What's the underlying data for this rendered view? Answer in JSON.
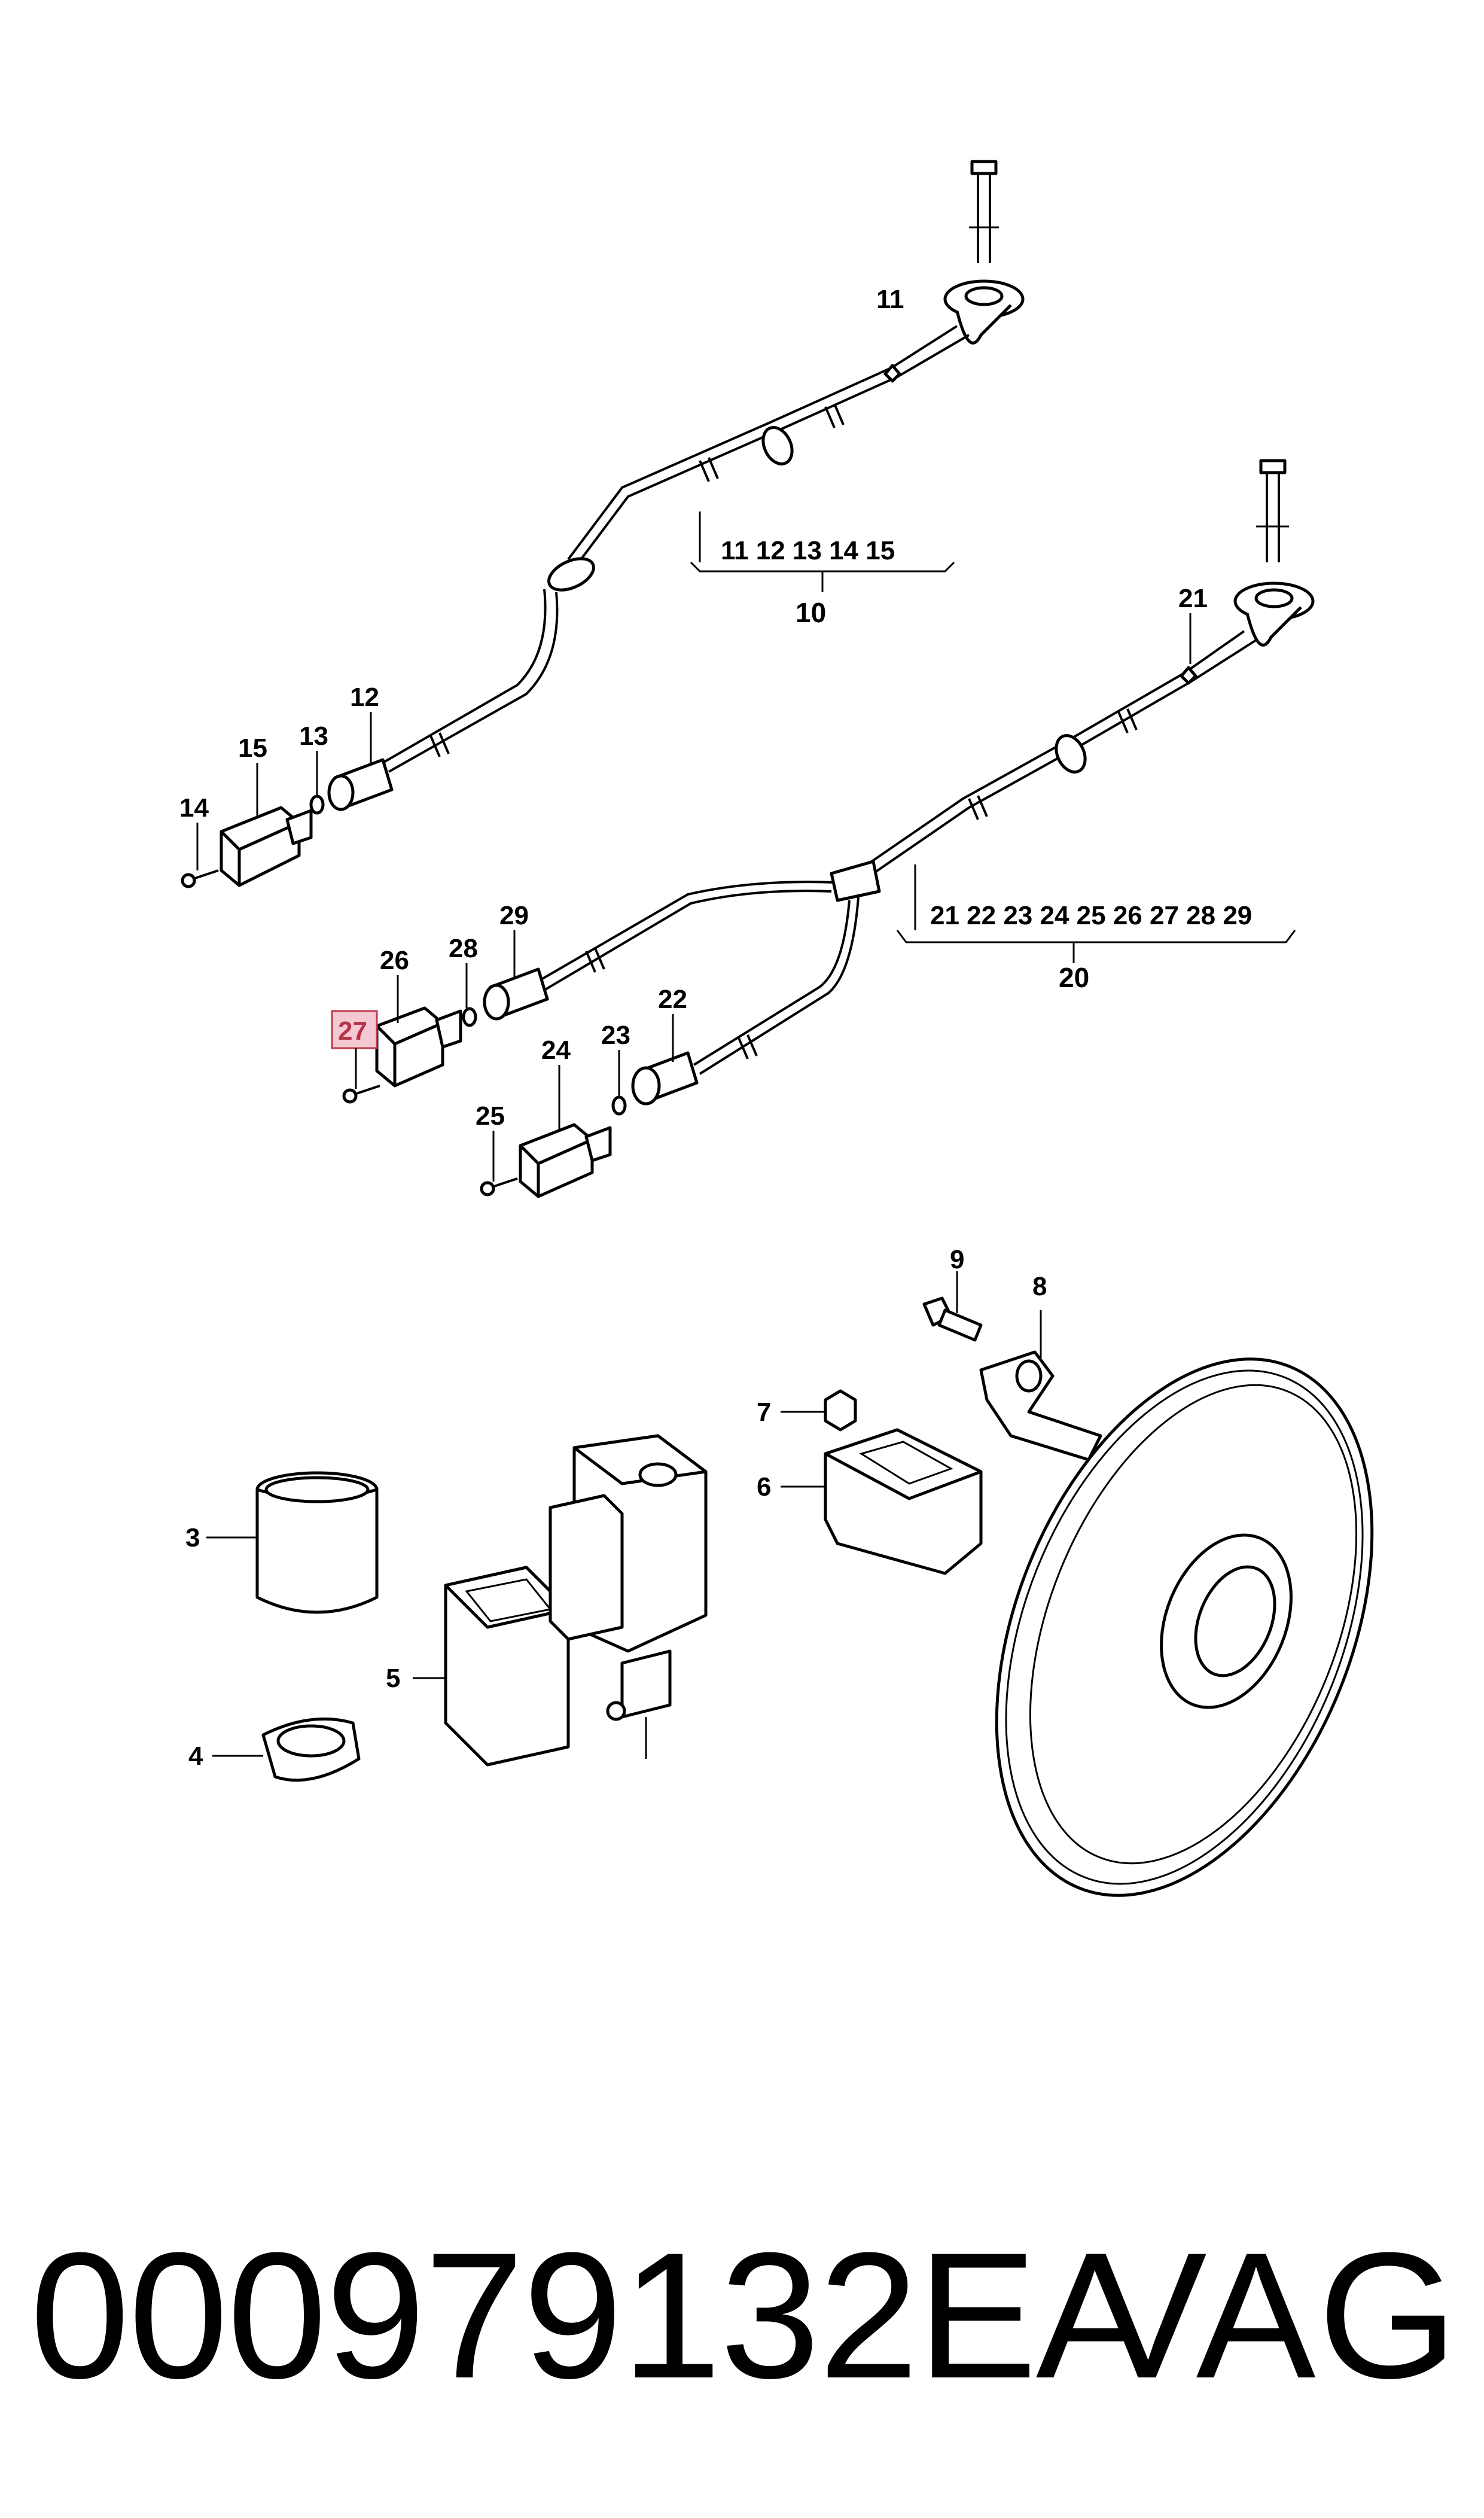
{
  "callouts": {
    "c11": "11",
    "c12": "12",
    "c13": "13",
    "c14": "14",
    "c15": "15",
    "c21": "21",
    "c22": "22",
    "c23": "23",
    "c24": "24",
    "c25": "25",
    "c26": "26",
    "c27": "27",
    "c28": "28",
    "c29": "29",
    "c3": "3",
    "c4": "4",
    "c5": "5",
    "c6": "6",
    "c7": "7",
    "c8": "8",
    "c9": "9"
  },
  "groups": {
    "g10_items": "11 12 13 14 15",
    "g10_label": "10",
    "g20_items": "21 22 23 24 25 26 27 28 29",
    "g20_label": "20"
  },
  "highlight": {
    "label": "27",
    "color": "#f4c9d2",
    "border": "#c0394f"
  },
  "footer": {
    "part_number": "000979132EA",
    "brand": "VAG"
  }
}
